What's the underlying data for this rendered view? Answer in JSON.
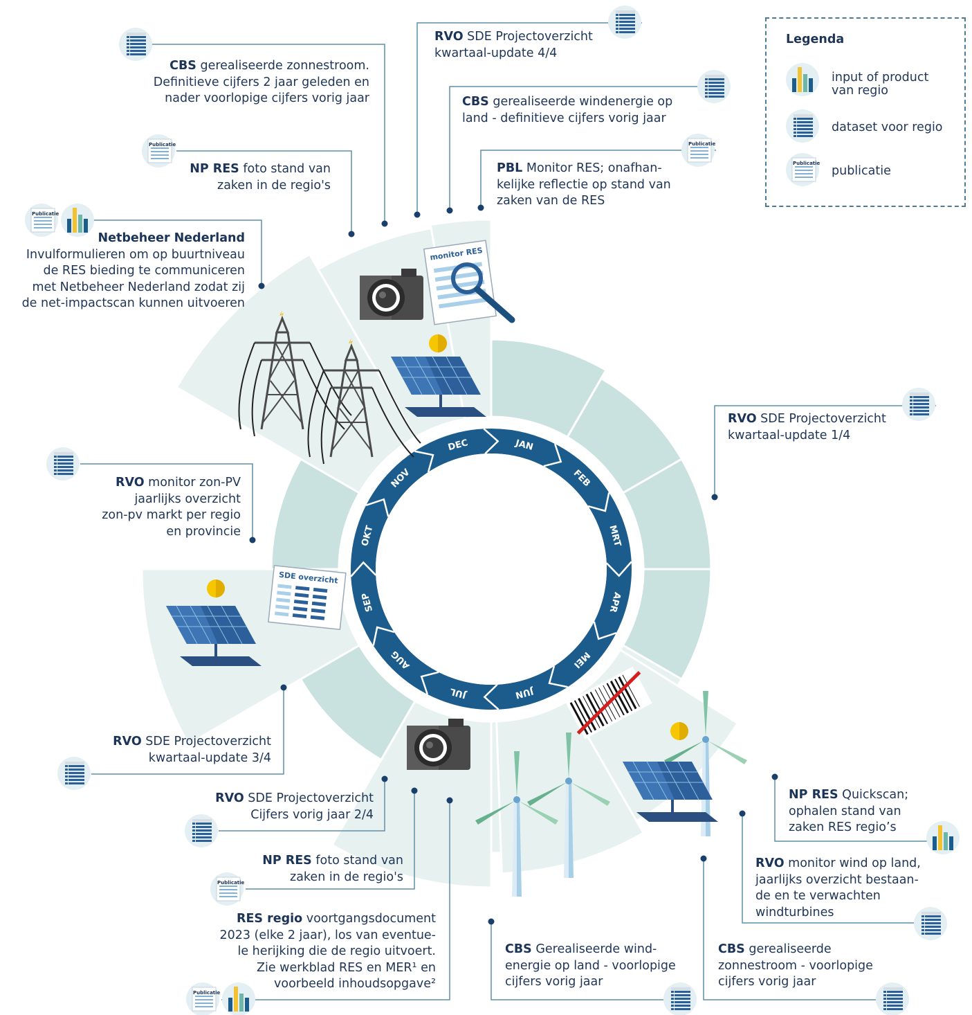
{
  "legend": {
    "title": "Legenda",
    "items": [
      {
        "icon": "chart-icon",
        "line1": "input of product",
        "line2": "van regio"
      },
      {
        "icon": "dataset-icon",
        "line1": "dataset voor regio",
        "line2": ""
      },
      {
        "icon": "publication-icon",
        "line1": "publicatie",
        "line2": ""
      }
    ]
  },
  "icons": {
    "publication_text": "Publicatie",
    "monitor_res": "monitor RES",
    "sde_overzicht": "SDE overzicht"
  },
  "colors": {
    "ring_dark": "#1b5c8c",
    "sector_light": "#e6f1f0",
    "sector_mid": "#c9e2df",
    "line": "#5e8fa7",
    "text": "#1f3556",
    "sun": "#f6c700"
  },
  "months": [
    "JAN",
    "FEB",
    "MRT",
    "APR",
    "MEI",
    "JUN",
    "JUL",
    "AUG",
    "SEP",
    "OKT",
    "NOV",
    "DEC"
  ],
  "callouts": {
    "cbs_zon_def": {
      "bold": "CBS",
      "rest": " gerealiseerde zonnestroom.",
      "lines": [
        "Definitieve cijfers 2 jaar geleden en",
        "nader voorlopige cijfers vorig jaar"
      ]
    },
    "rvo_sde_4": {
      "bold": "RVO",
      "rest": " SDE Projectoverzicht",
      "lines": [
        "kwartaal-update 4/4"
      ]
    },
    "cbs_wind_def": {
      "bold": "CBS",
      "rest": " gerealiseerde windenergie op",
      "lines": [
        "land - definitieve cijfers vorig jaar"
      ]
    },
    "np_res_top": {
      "bold": "NP RES",
      "rest": " foto stand van",
      "lines": [
        "zaken in de regio's"
      ]
    },
    "pbl": {
      "bold": "PBL",
      "rest": " Monitor RES; onafhan-",
      "lines": [
        "kelijke reflectie op stand van",
        "zaken van de RES"
      ]
    },
    "netbeheer": {
      "bold": "Netbeheer Nederland",
      "rest": "",
      "lines": [
        "Invulformulieren om op buurtniveau",
        "de RES bieding te communiceren",
        "met Netbeheer Nederland zodat zij",
        "de net-impactscan kunnen uitvoeren"
      ]
    },
    "rvo_sde_1": {
      "bold": "RVO",
      "rest": " SDE Projectoverzicht",
      "lines": [
        "kwartaal-update 1/4"
      ]
    },
    "rvo_zonpv": {
      "bold": "RVO",
      "rest": " monitor zon-PV",
      "lines": [
        "jaarlijks overzicht",
        "zon-pv markt per regio",
        "en provincie"
      ]
    },
    "rvo_sde_3": {
      "bold": "RVO",
      "rest": " SDE Projectoverzicht",
      "lines": [
        "kwartaal-update 3/4"
      ]
    },
    "rvo_sde_2": {
      "bold": "RVO",
      "rest": " SDE Projectoverzicht",
      "lines": [
        "Cijfers vorig jaar 2/4"
      ]
    },
    "np_res_bottom": {
      "bold": "NP RES",
      "rest": " foto stand van",
      "lines": [
        "zaken in de regio's"
      ]
    },
    "res_regio": {
      "bold": "RES regio",
      "rest": " voortgangsdocument",
      "lines": [
        "2023 (elke 2 jaar), los van eventue-",
        "le herijking die de regio uitvoert.",
        "Zie werkblad RES en MER¹ en",
        "voorbeeld inhoudsopgave²"
      ]
    },
    "np_res_quick": {
      "bold": "NP RES",
      "rest": " Quickscan;",
      "lines": [
        "ophalen stand van",
        "zaken RES regio’s"
      ]
    },
    "rvo_wind": {
      "bold": "RVO",
      "rest": " monitor wind op land,",
      "lines": [
        "jaarlijks overzicht bestaan-",
        "de en te verwachten",
        "windturbines"
      ]
    },
    "cbs_wind_vl": {
      "bold": "CBS",
      "rest": " Gerealiseerde wind-",
      "lines": [
        "energie op land - voorlopige",
        "cijfers vorig jaar"
      ]
    },
    "cbs_zon_vl": {
      "bold": "CBS",
      "rest": " gerealiseerde",
      "lines": [
        "zonnestroom - voorlopige",
        "cijfers vorig jaar"
      ]
    }
  }
}
